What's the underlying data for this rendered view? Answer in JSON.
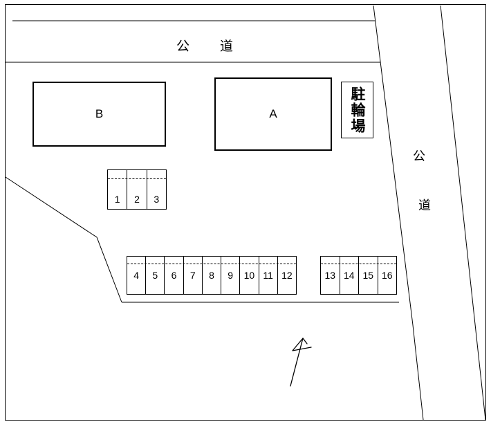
{
  "colors": {
    "line": "#000000",
    "background": "#ffffff"
  },
  "roads": {
    "top_label": "公　　道",
    "right_chars": [
      "公",
      "道"
    ]
  },
  "buildings": {
    "b_label": "B",
    "a_label": "A"
  },
  "bicycle_parking_label": "駐輪場",
  "parking": {
    "block_a": [
      "1",
      "2",
      "3"
    ],
    "row_b": [
      "4",
      "5",
      "6",
      "7",
      "8",
      "9",
      "10",
      "11",
      "12"
    ],
    "row_c": [
      "13",
      "14",
      "15",
      "16"
    ]
  }
}
